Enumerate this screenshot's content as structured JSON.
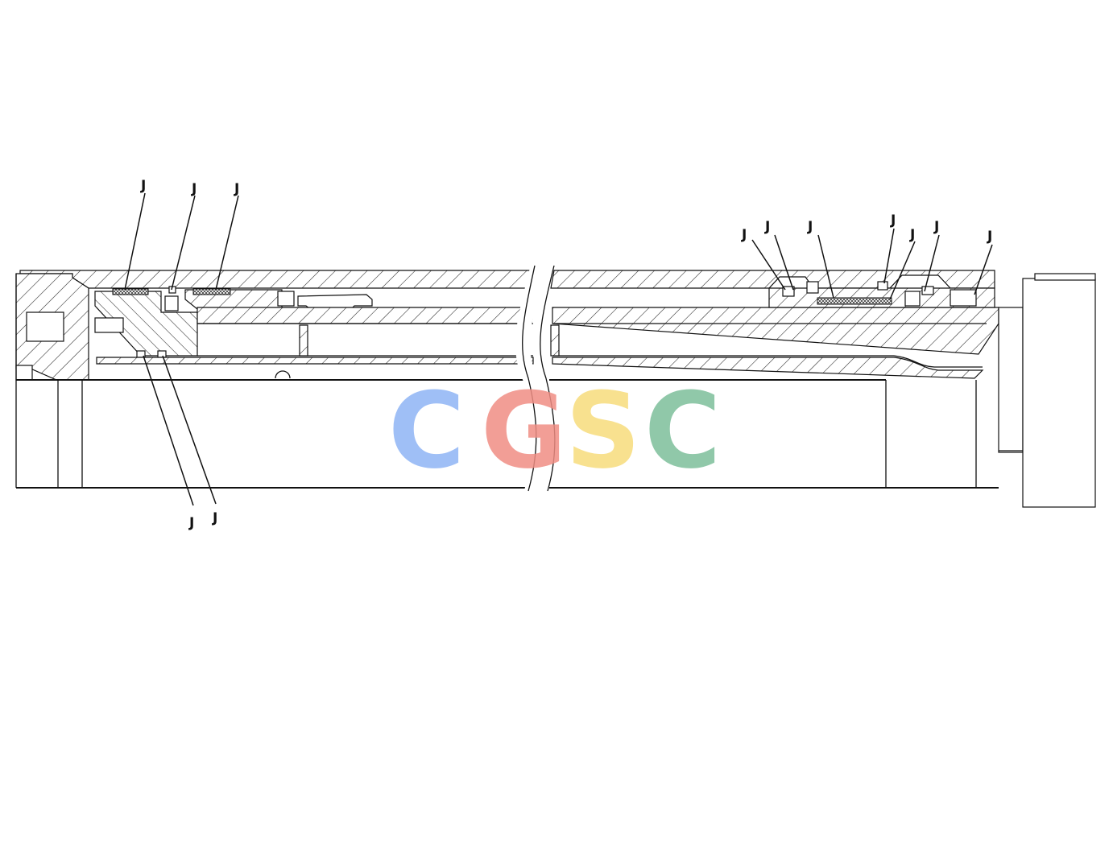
{
  "drawing": {
    "subject": "hydraulic cylinder cross-section",
    "callout_label": "J",
    "callouts": [
      {
        "id": "top-left-1",
        "text": "J"
      },
      {
        "id": "top-left-2",
        "text": "J"
      },
      {
        "id": "top-left-3",
        "text": "J"
      },
      {
        "id": "bottom-left-1",
        "text": "J"
      },
      {
        "id": "bottom-left-2",
        "text": "J"
      },
      {
        "id": "top-right-1",
        "text": "J"
      },
      {
        "id": "top-right-2",
        "text": "J"
      },
      {
        "id": "top-right-3",
        "text": "J"
      },
      {
        "id": "top-right-4",
        "text": "J"
      },
      {
        "id": "top-right-5",
        "text": "J"
      },
      {
        "id": "top-right-6",
        "text": "J"
      },
      {
        "id": "top-right-7",
        "text": "J"
      }
    ]
  },
  "watermark": {
    "text": "CGSC",
    "colors": [
      "#8fb4f5",
      "#f08e84",
      "#f7dc7c",
      "#7dbf9b"
    ]
  }
}
